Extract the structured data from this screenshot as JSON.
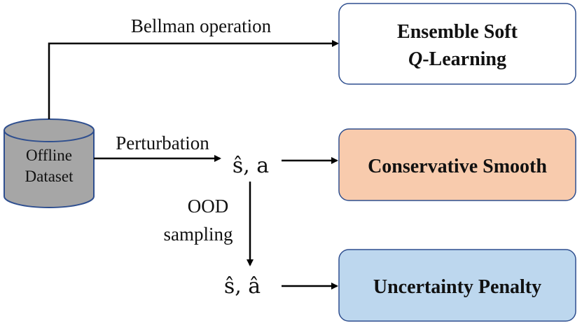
{
  "dataset": {
    "line1": "Offline",
    "line2": "Dataset"
  },
  "edges": {
    "bellman": "Bellman operation",
    "perturbation": "Perturbation",
    "ood_line1": "OOD",
    "ood_line2": "sampling"
  },
  "nodes": {
    "sa": "ŝ, a",
    "sa_hat": "ŝ, â"
  },
  "boxes": {
    "ensemble_line1": "Ensemble Soft",
    "ensemble_q": "Q",
    "ensemble_rest": "-Learning",
    "conservative": "Conservative Smooth",
    "uncertainty": "Uncertainty Penalty"
  },
  "colors": {
    "ensemble_fill": "#ffffff",
    "ensemble_stroke": "#2f4f8f",
    "conservative_fill": "#f8cbad",
    "conservative_stroke": "#2f4f8f",
    "uncertainty_fill": "#bdd7ee",
    "uncertainty_stroke": "#2f4f8f",
    "cylinder_fill": "#a6a6a6",
    "cylinder_stroke": "#2f4f8f",
    "arrow": "#000000"
  }
}
